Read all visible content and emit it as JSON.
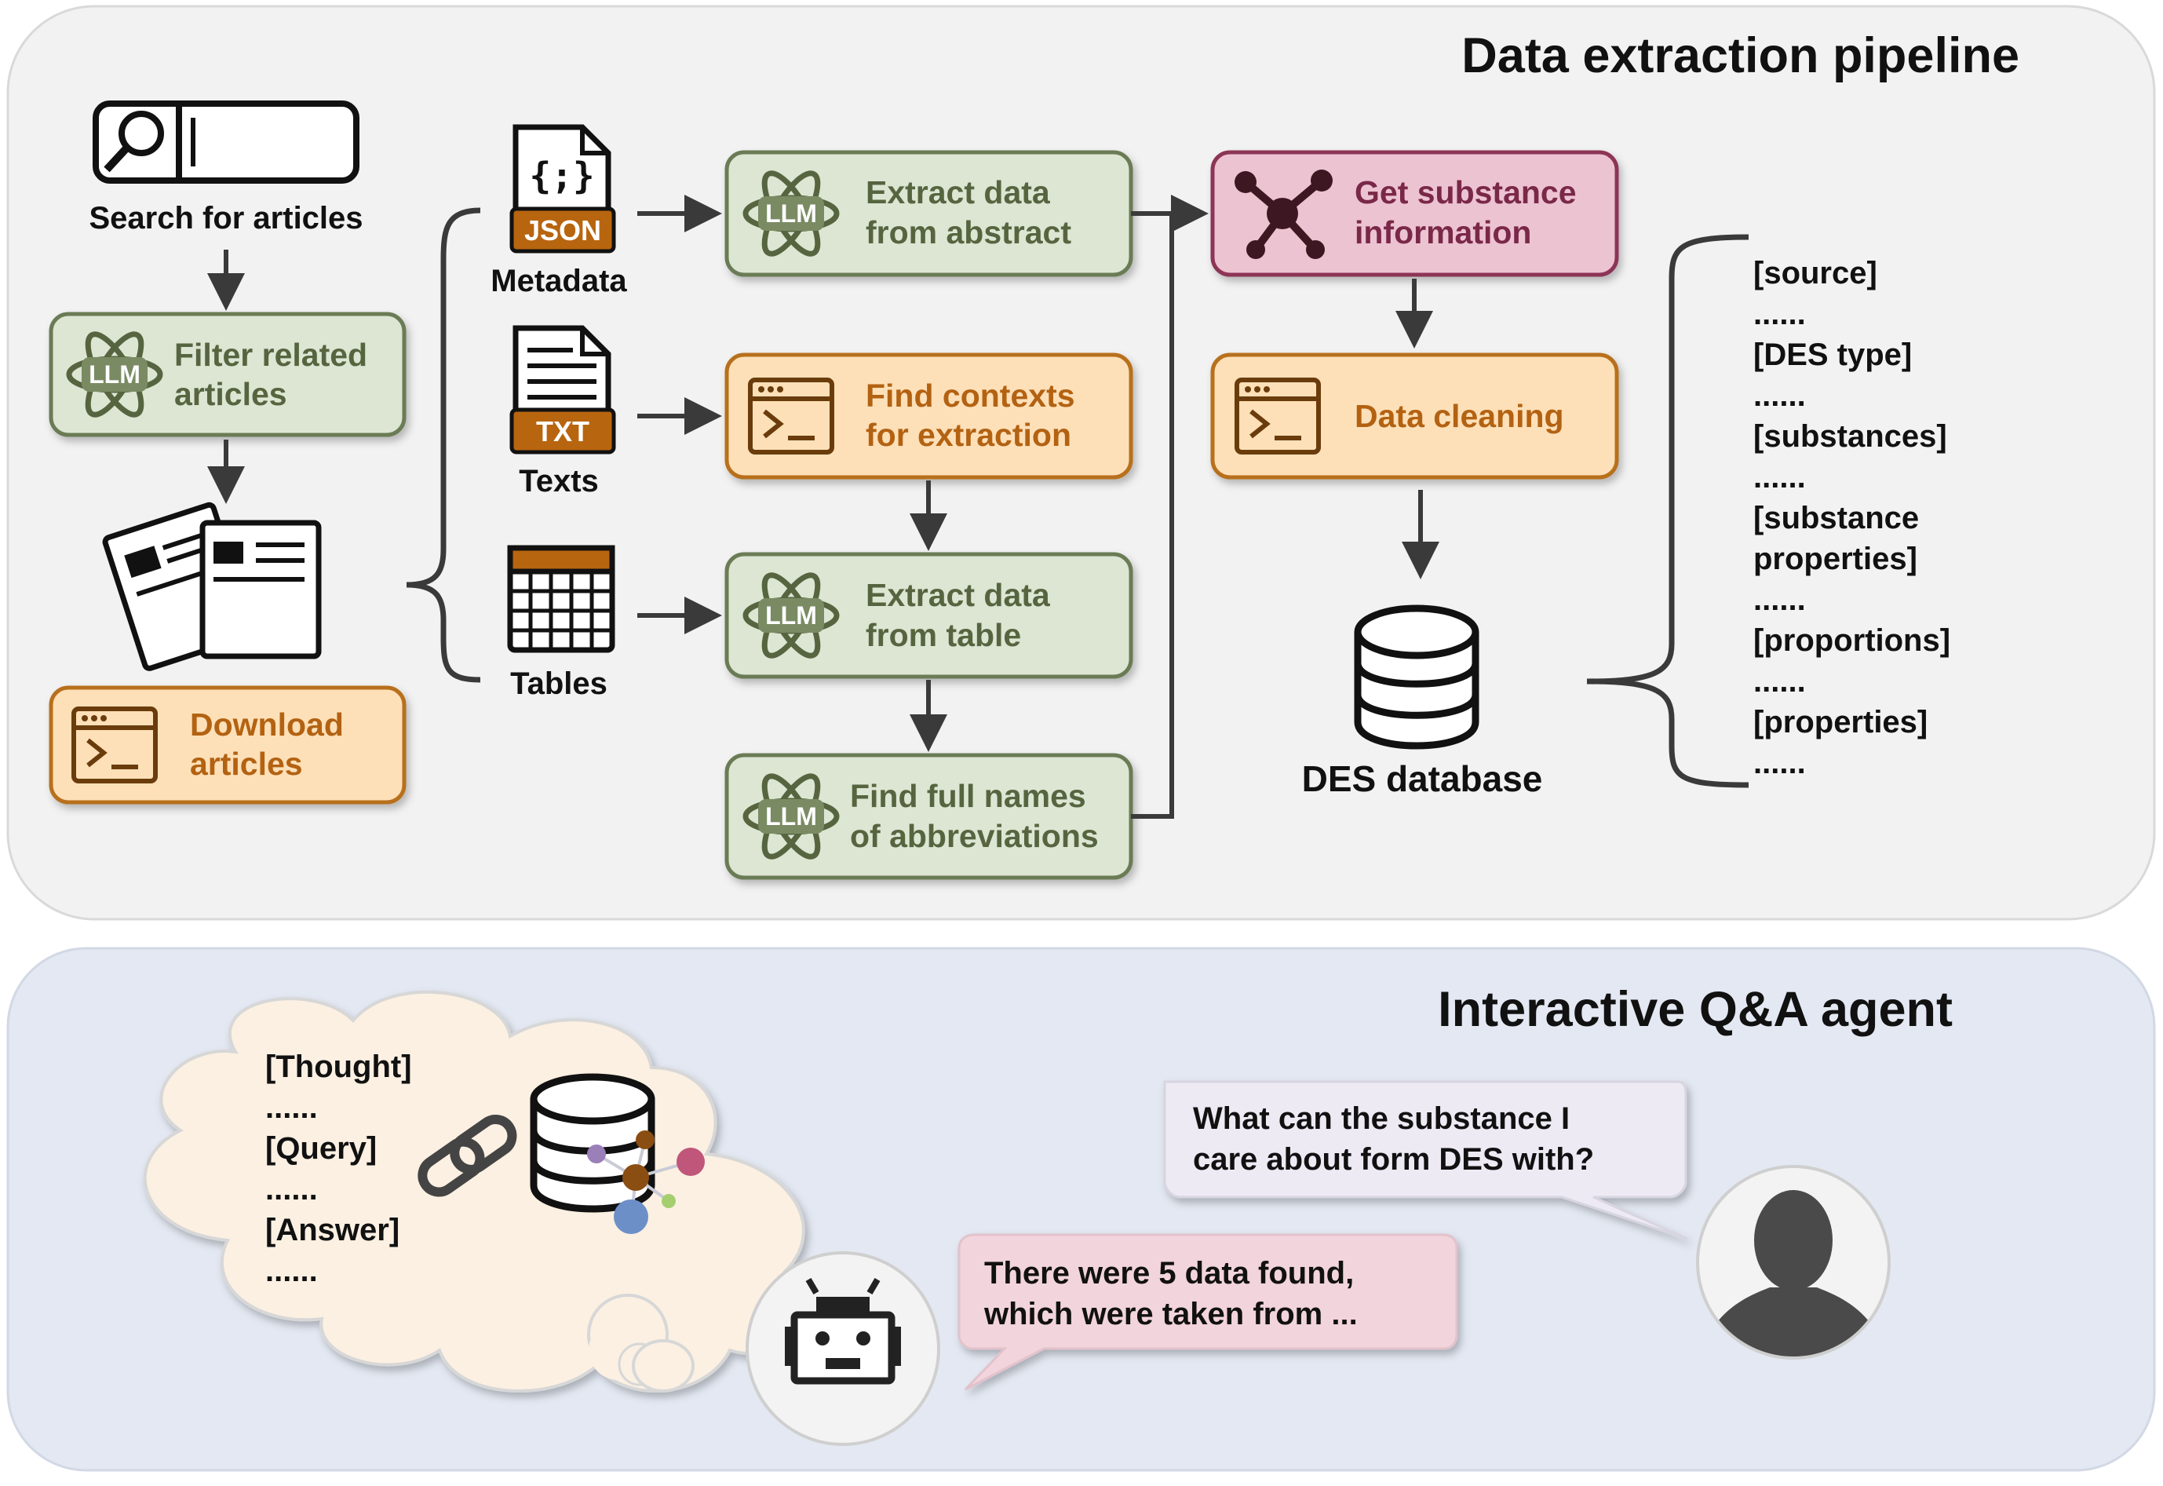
{
  "pipeline": {
    "title": "Data extraction pipeline",
    "search_label": "Search for articles",
    "filter": [
      "Filter related",
      "articles"
    ],
    "download": [
      "Download",
      "articles"
    ],
    "sources": {
      "json_badge": "JSON",
      "metadata_label": "Metadata",
      "txt_badge": "TXT",
      "texts_label": "Texts",
      "tables_label": "Tables"
    },
    "llm_badge": "LLM",
    "extract_abstract": [
      "Extract data",
      "from abstract"
    ],
    "find_contexts": [
      "Find contexts",
      "for extraction"
    ],
    "extract_table": [
      "Extract data",
      "from table"
    ],
    "full_names": [
      "Find full names",
      "of abbreviations"
    ],
    "substance_info": [
      "Get substance",
      "information"
    ],
    "cleaning": "Data cleaning",
    "database_label": "DES database",
    "fields": [
      "[source]",
      "......",
      "[DES type]",
      "......",
      "[substances]",
      "......",
      "[substance",
      "properties]",
      "......",
      "[proportions]",
      "......",
      "[properties]",
      "......"
    ]
  },
  "agent": {
    "title": "Interactive Q&A agent",
    "thought_lines": [
      "[Thought]",
      "......",
      "[Query]",
      "......",
      "[Answer]",
      "......"
    ],
    "user_question": [
      "What can the substance I",
      "care about form DES with?"
    ],
    "bot_answer": [
      "There were 5 data found,",
      "which were taken from ..."
    ]
  },
  "colors": {
    "green_fill": "#dde5d3",
    "green_stroke": "#6b7b54",
    "orange_fill": "#fde0b8",
    "orange_stroke": "#b8701e",
    "pink_fill": "#ecc3d1",
    "pink_stroke": "#8d3657",
    "top_panel": "#f2f2f2",
    "bottom_panel": "#e3e8f2"
  }
}
